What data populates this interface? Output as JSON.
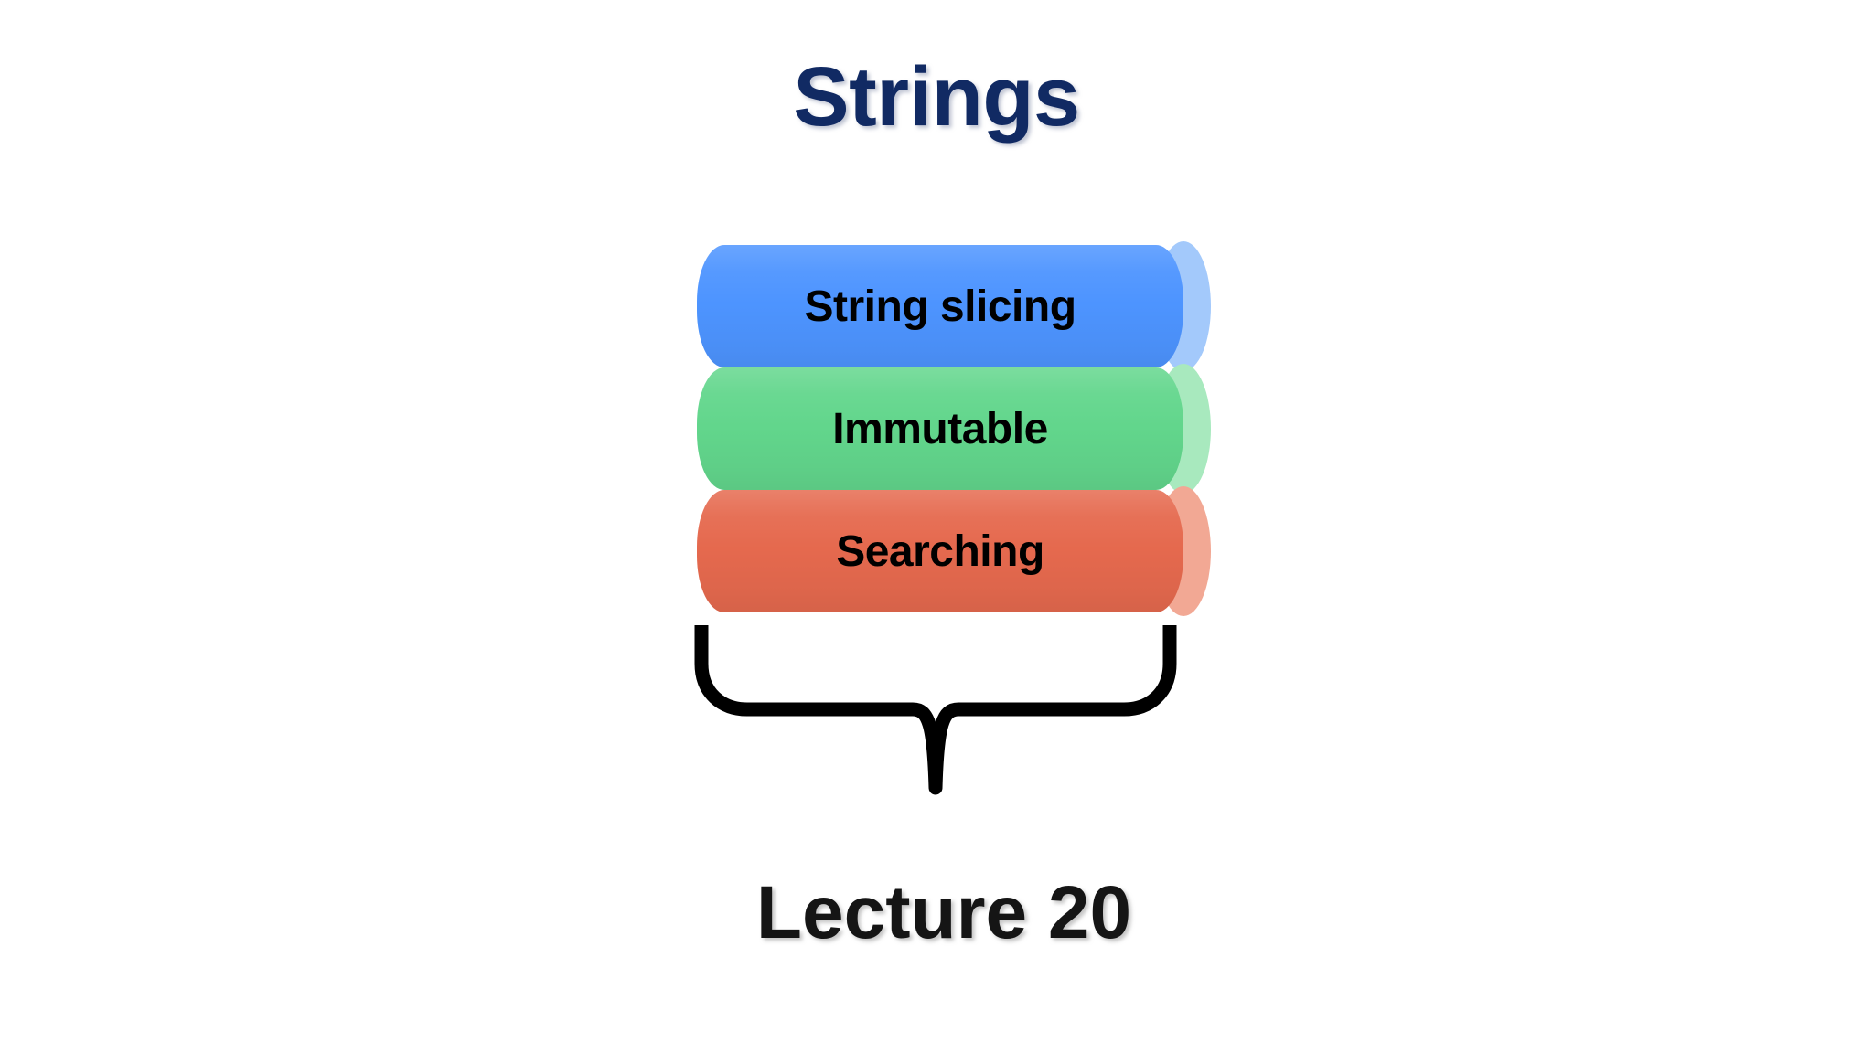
{
  "slide": {
    "title": "Strings",
    "title_color": "#112A63",
    "background_color": "#FFFFFF",
    "caption": "Lecture 20",
    "caption_color": "#151515"
  },
  "diagram": {
    "type": "stacked-cylinders-with-brace",
    "brace_orientation": "bottom-pointing",
    "brace_color": "#000000",
    "items": [
      {
        "label": "String slicing",
        "body_color": "#4D94FF",
        "cap_color": "#A3C9FB",
        "text_color": "#000000"
      },
      {
        "label": "Immutable",
        "body_color": "#62D68C",
        "cap_color": "#A8E9BE",
        "text_color": "#000000"
      },
      {
        "label": "Searching",
        "body_color": "#E5694E",
        "cap_color": "#F2A894",
        "text_color": "#000000"
      }
    ]
  }
}
